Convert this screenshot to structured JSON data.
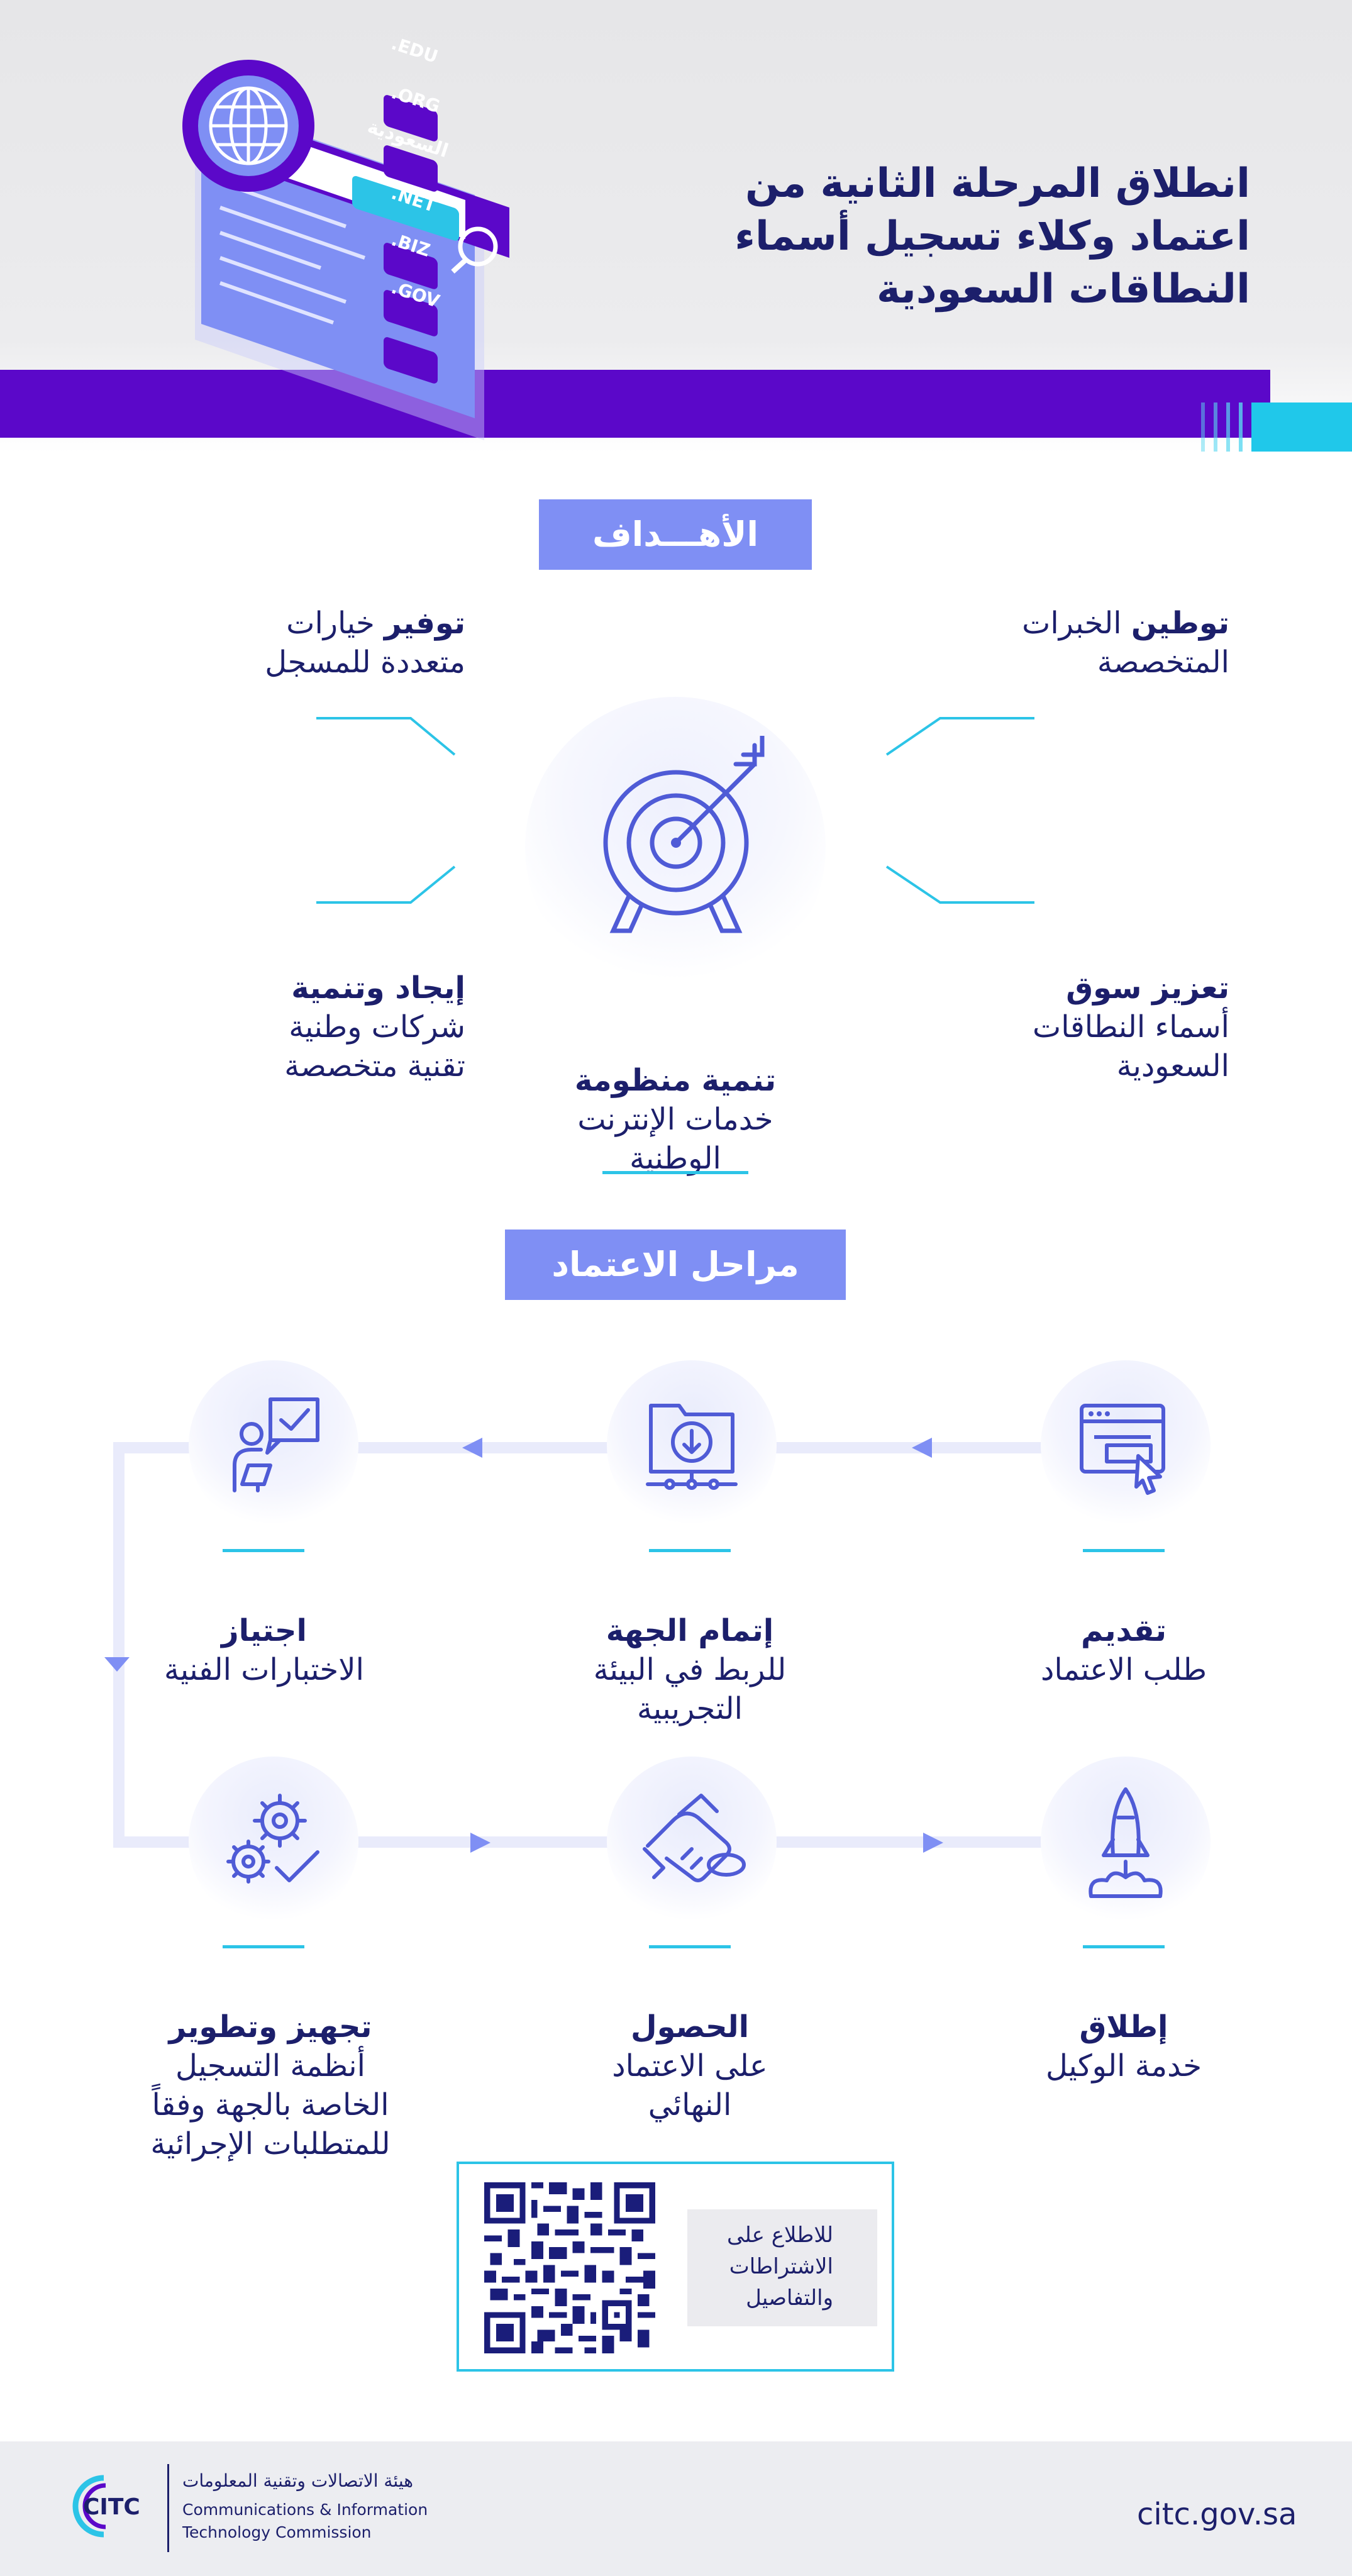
{
  "header": {
    "title": "انطلاق المرحلة الثانية من\nاعتماد وكلاء تسجيل أسماء\nالنطاقات السعودية",
    "illustration": {
      "domains": [
        ".EDU",
        ".ORG",
        "السعودية",
        ".NET",
        ".BIZ",
        ".GOV"
      ]
    }
  },
  "goals": {
    "tag": "الأهـــداف",
    "items": [
      {
        "bold": "توطين",
        "rest": " الخبرات\nالمتخصصة"
      },
      {
        "bold": "توفير",
        "rest": " خيارات\nمتعددة للمسجل"
      },
      {
        "bold": "تعزيز سوق",
        "rest": "\nأسماء النطاقات\nالسعودية"
      },
      {
        "bold": "إيجاد وتنمية",
        "rest": "\nشركات وطنية\nتقنية متخصصة"
      },
      {
        "bold": "تنمية منظومة",
        "rest": "\nخدمات الإنترنت\nالوطنية"
      }
    ]
  },
  "stages": {
    "tag": "مراحل الاعتماد",
    "items": [
      {
        "bold": "تقديم",
        "rest": "\nطلب الاعتماد"
      },
      {
        "bold": "إتمام الجهة",
        "rest": "\nللربط في البيئة\nالتجريبية"
      },
      {
        "bold": "اجتياز",
        "rest": "\nالاختبارات الفنية"
      },
      {
        "bold": "تجهيز وتطوير",
        "rest": "\nأنظمة التسجيل\nالخاصة بالجهة وفقاً\nللمتطلبات الإجرائية"
      },
      {
        "bold": "الحصول",
        "rest": "\nعلى الاعتماد\nالنهائي"
      },
      {
        "bold": "إطلاق",
        "rest": "\nخدمة الوكيل"
      }
    ]
  },
  "qr": {
    "caption": "للاطلاع على\nالاشتراطات\nوالتفاصيل"
  },
  "footer": {
    "url": "citc.gov.sa",
    "org_ar": "هيئة الاتصالات وتقنية المعلومات",
    "org_en_1": "Communications & Information",
    "org_en_2": "Technology Commission",
    "logo_text": "CITC"
  },
  "colors": {
    "navy": "#1c1f6b",
    "purple": "#5b08c9",
    "periwinkle": "#7f8ff4",
    "cyan": "#2cc4e7"
  }
}
